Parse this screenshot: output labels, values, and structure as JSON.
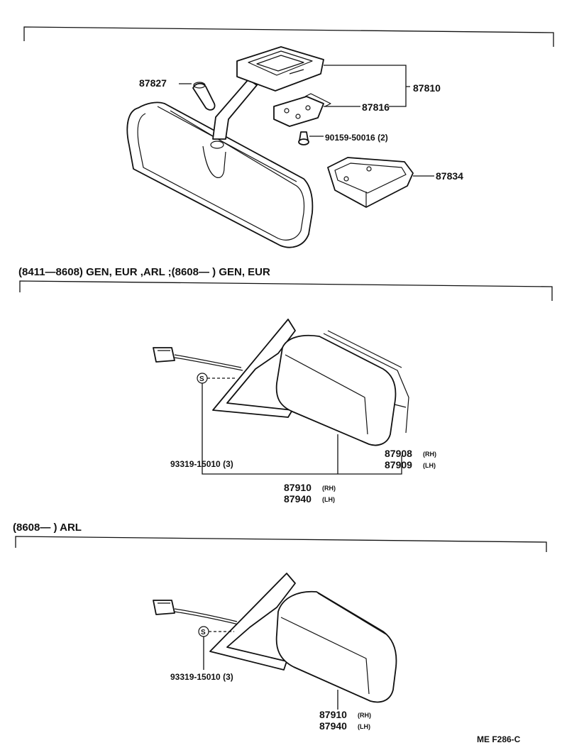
{
  "section1": {
    "parts": {
      "p87827": "87827",
      "p87810": "87810",
      "p87816": "87816",
      "p90159": "90159-50016 (2)",
      "p87834": "87834"
    }
  },
  "section2": {
    "header": "(8411—8608) GEN, EUR ,ARL ;(8608—       ) GEN, EUR",
    "screw": "93319-15010 (3)",
    "glass_rh": "87908",
    "glass_rh_tag": "(RH)",
    "glass_lh": "87909",
    "glass_lh_tag": "(LH)",
    "mirror_rh": "87910",
    "mirror_rh_tag": "(RH)",
    "mirror_lh": "87940",
    "mirror_lh_tag": "(LH)",
    "s_symbol": "S"
  },
  "section3": {
    "header": "(8608—        ) ARL",
    "screw": "93319-15010 (3)",
    "mirror_rh": "87910",
    "mirror_rh_tag": "(RH)",
    "mirror_lh": "87940",
    "mirror_lh_tag": "(LH)",
    "s_symbol": "S"
  },
  "footer": {
    "code": "ME  F286-C"
  }
}
